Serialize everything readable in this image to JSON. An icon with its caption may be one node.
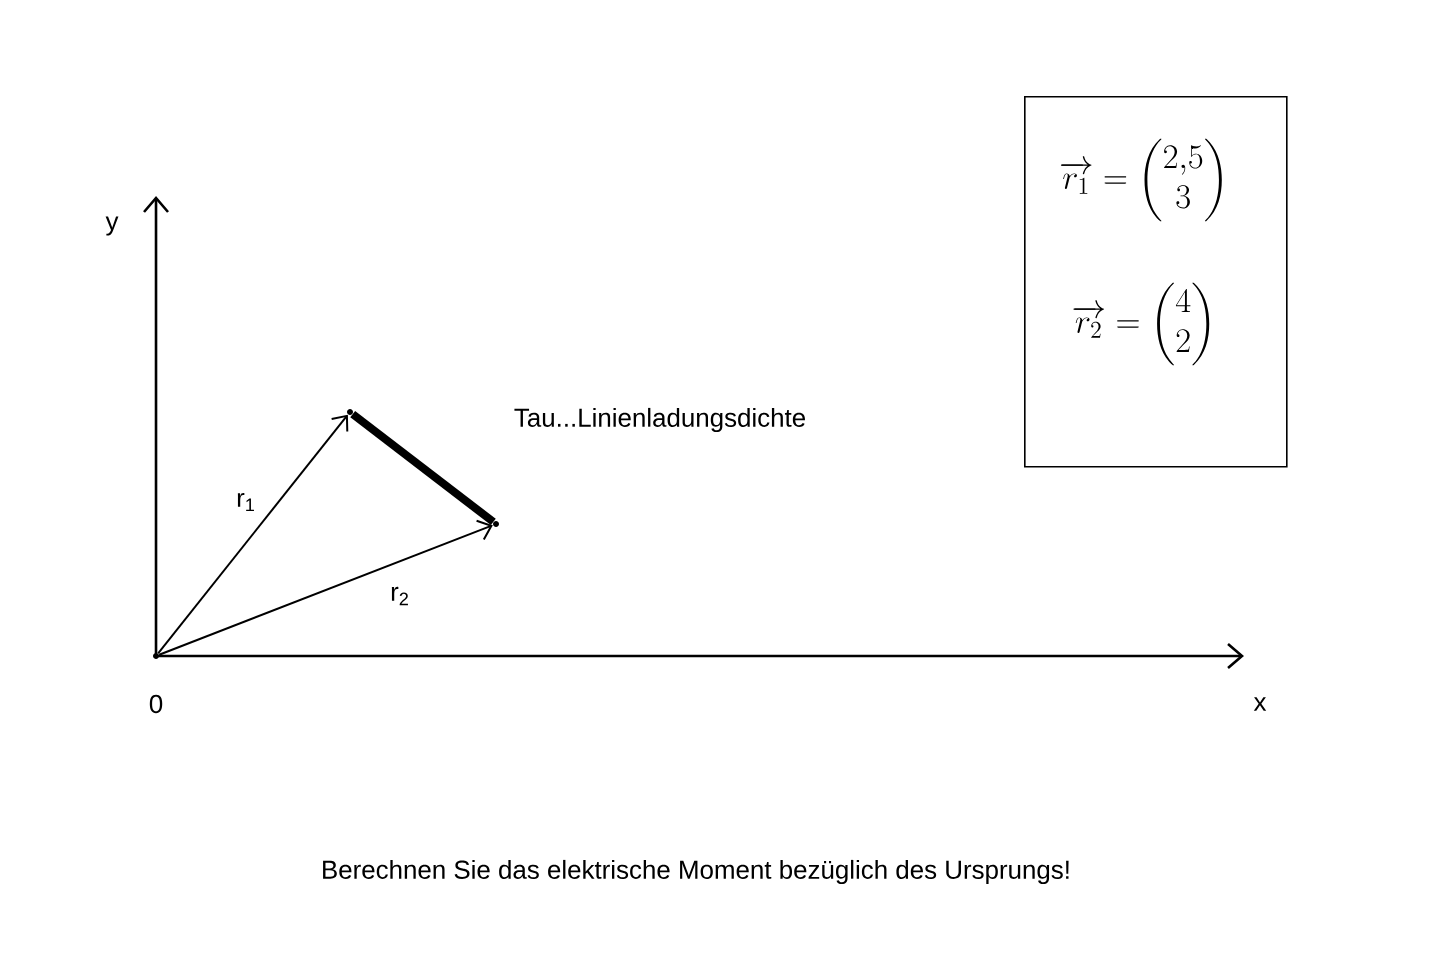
{
  "diagram": {
    "caption": "Berechnen Sie das elektrische Moment bezüglich des Ursprungs!",
    "nodes": [
      {
        "text": [],
        "shape": "point",
        "beside": [
          "0"
        ]
      },
      {
        "text": [],
        "shape": "point"
      },
      {
        "text": [],
        "shape": "point"
      },
      {
        "text": [
          "\\overrightarrow{r_1} = \\begin{pmatrix}2{,}5\\\\3\\end{pmatrix}",
          "\\overrightarrow{r_2} = \\begin{pmatrix}4\\\\2\\end{pmatrix}"
        ]
      }
    ],
    "edges": [
      {
        "from": 0,
        "to": 1,
        "arrow": "to",
        "label": "r$_{1}$"
      },
      {
        "from": 0,
        "to": 2,
        "arrow": "to",
        "label": "r$_{2}$"
      },
      {
        "from": 1,
        "to": 2,
        "arrow": "none",
        "style": "thick"
      }
    ],
    "labels": [
      "y",
      "x",
      "Tau...Linienladungsdichte"
    ]
  }
}
